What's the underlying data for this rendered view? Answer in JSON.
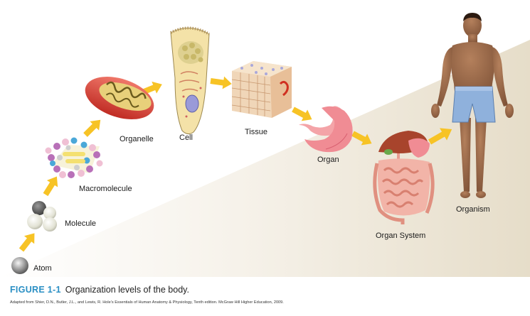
{
  "figure": {
    "number": "FIGURE 1-1",
    "title": "Organization levels of the body.",
    "source": "Adapted from Shier, D.N., Butler, J.L., and Lewis, R. Hole's Essentials of Human Anatomy & Physiology, Tenth edition. McGraw Hill Higher Education, 2009."
  },
  "levels": {
    "atom": "Atom",
    "molecule": "Molecule",
    "macromolecule": "Macromolecule",
    "organelle": "Organelle",
    "cell": "Cell",
    "tissue": "Tissue",
    "organ": "Organ",
    "organ_system": "Organ System",
    "organism": "Organism"
  },
  "colors": {
    "arrow": "#f7c325",
    "background_gradient_start": "#ffffff",
    "background_gradient_end": "#e6ddc9",
    "figure_number": "#2a8fc4"
  }
}
